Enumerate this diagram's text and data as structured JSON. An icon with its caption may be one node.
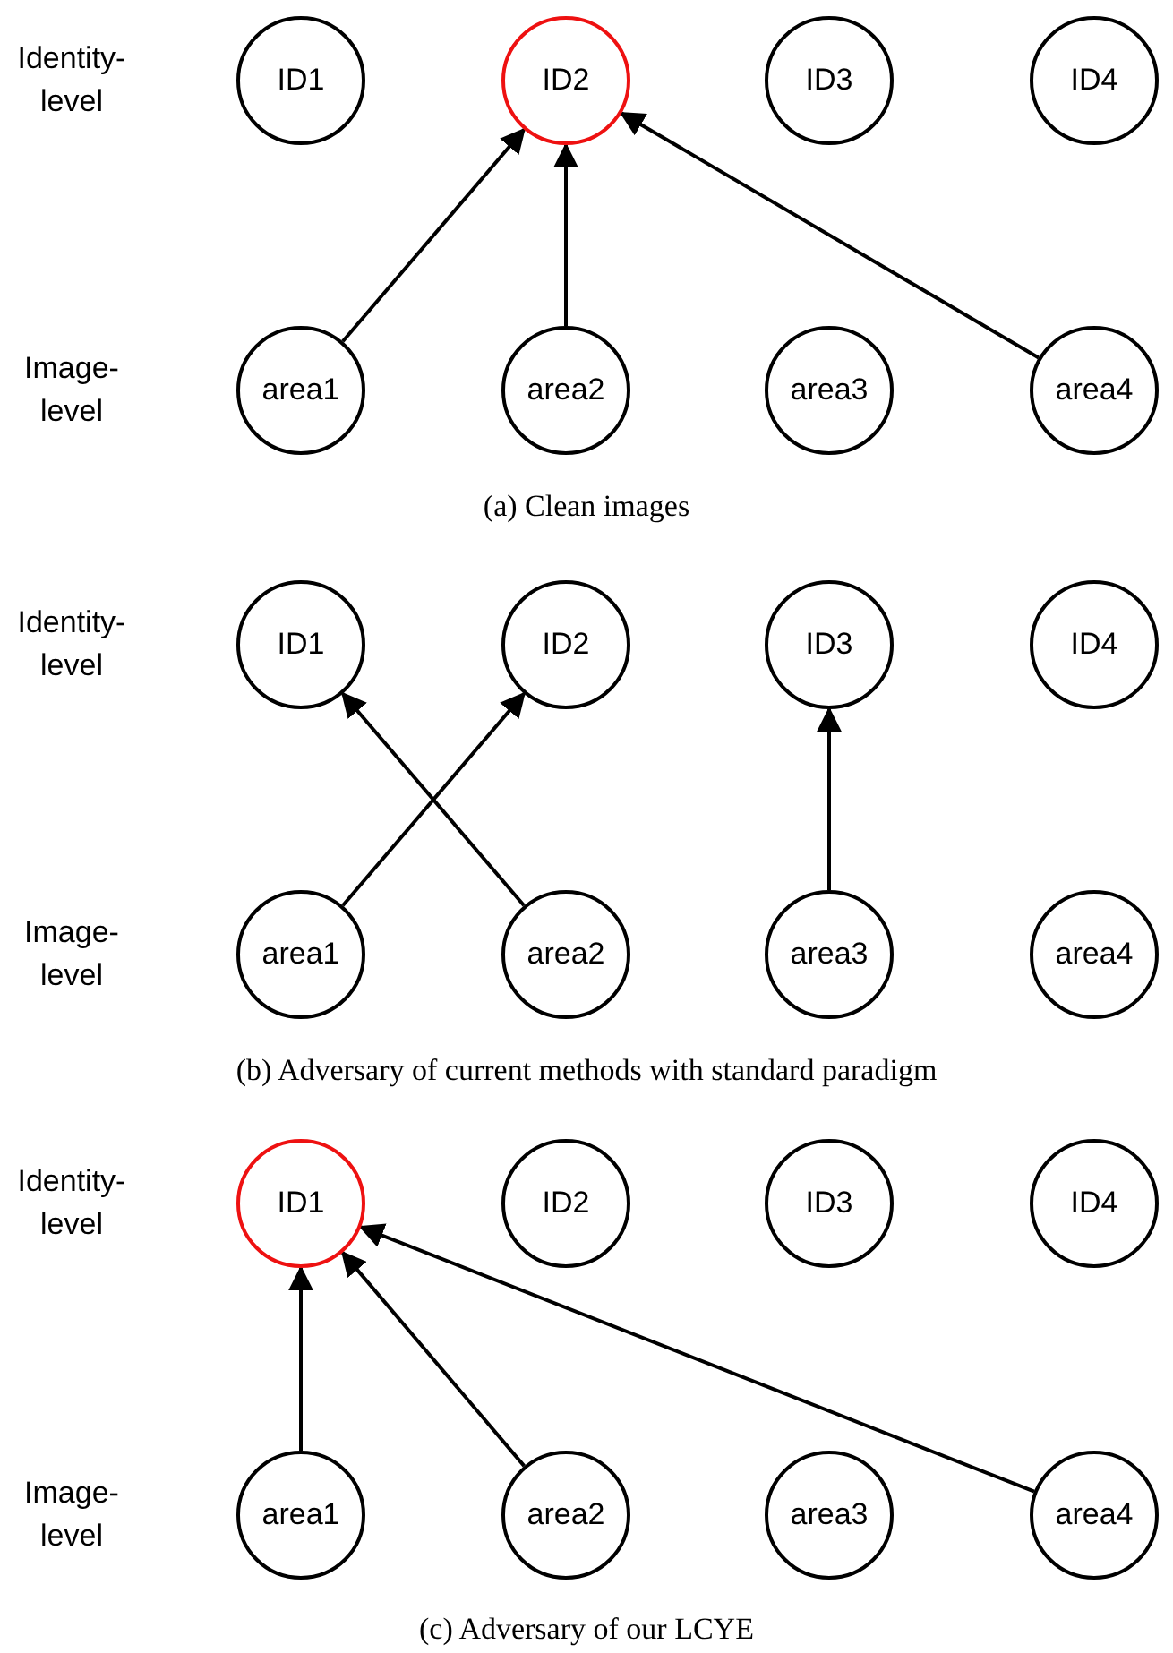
{
  "diagram": {
    "nodes": [
      {
        "text": [
          "ID1"
        ]
      },
      {
        "text": [
          "ID2"
        ]
      },
      {
        "text": [
          "ID3"
        ]
      },
      {
        "text": [
          "ID4"
        ]
      },
      {
        "text": [
          "area1"
        ]
      },
      {
        "text": [
          "area2"
        ]
      },
      {
        "text": [
          "area3"
        ]
      },
      {
        "text": [
          "area4"
        ]
      },
      {
        "text": [
          "ID1"
        ]
      },
      {
        "text": [
          "ID2"
        ]
      },
      {
        "text": [
          "ID3"
        ]
      },
      {
        "text": [
          "ID4"
        ]
      },
      {
        "text": [
          "area1"
        ]
      },
      {
        "text": [
          "area2"
        ]
      },
      {
        "text": [
          "area3"
        ]
      },
      {
        "text": [
          "area4"
        ]
      },
      {
        "text": [
          "ID1"
        ]
      },
      {
        "text": [
          "ID2"
        ]
      },
      {
        "text": [
          "ID3"
        ]
      },
      {
        "text": [
          "ID4"
        ]
      },
      {
        "text": [
          "area1"
        ]
      },
      {
        "text": [
          "area2"
        ]
      },
      {
        "text": [
          "area3"
        ]
      },
      {
        "text": [
          "area4"
        ]
      }
    ],
    "edges": [
      {
        "from": 4,
        "to": 1,
        "arrow": "to"
      },
      {
        "from": 5,
        "to": 1,
        "arrow": "to"
      },
      {
        "from": 7,
        "to": 1,
        "arrow": "to"
      },
      {
        "from": 12,
        "to": 9,
        "arrow": "to"
      },
      {
        "from": 13,
        "to": 8,
        "arrow": "to"
      },
      {
        "from": 14,
        "to": 10,
        "arrow": "to"
      },
      {
        "from": 20,
        "to": 16,
        "arrow": "to"
      },
      {
        "from": 21,
        "to": 16,
        "arrow": "to"
      },
      {
        "from": 23,
        "to": 16,
        "arrow": "to"
      }
    ],
    "labels": [
      "Identity-level",
      "Image-level",
      "(a) Clean images",
      "Identity-level",
      "Image-level",
      "(b) Adversary of current methods with standard paradigm",
      "Identity-level",
      "Image-level",
      "(c) Adversary of our LCYE"
    ]
  }
}
